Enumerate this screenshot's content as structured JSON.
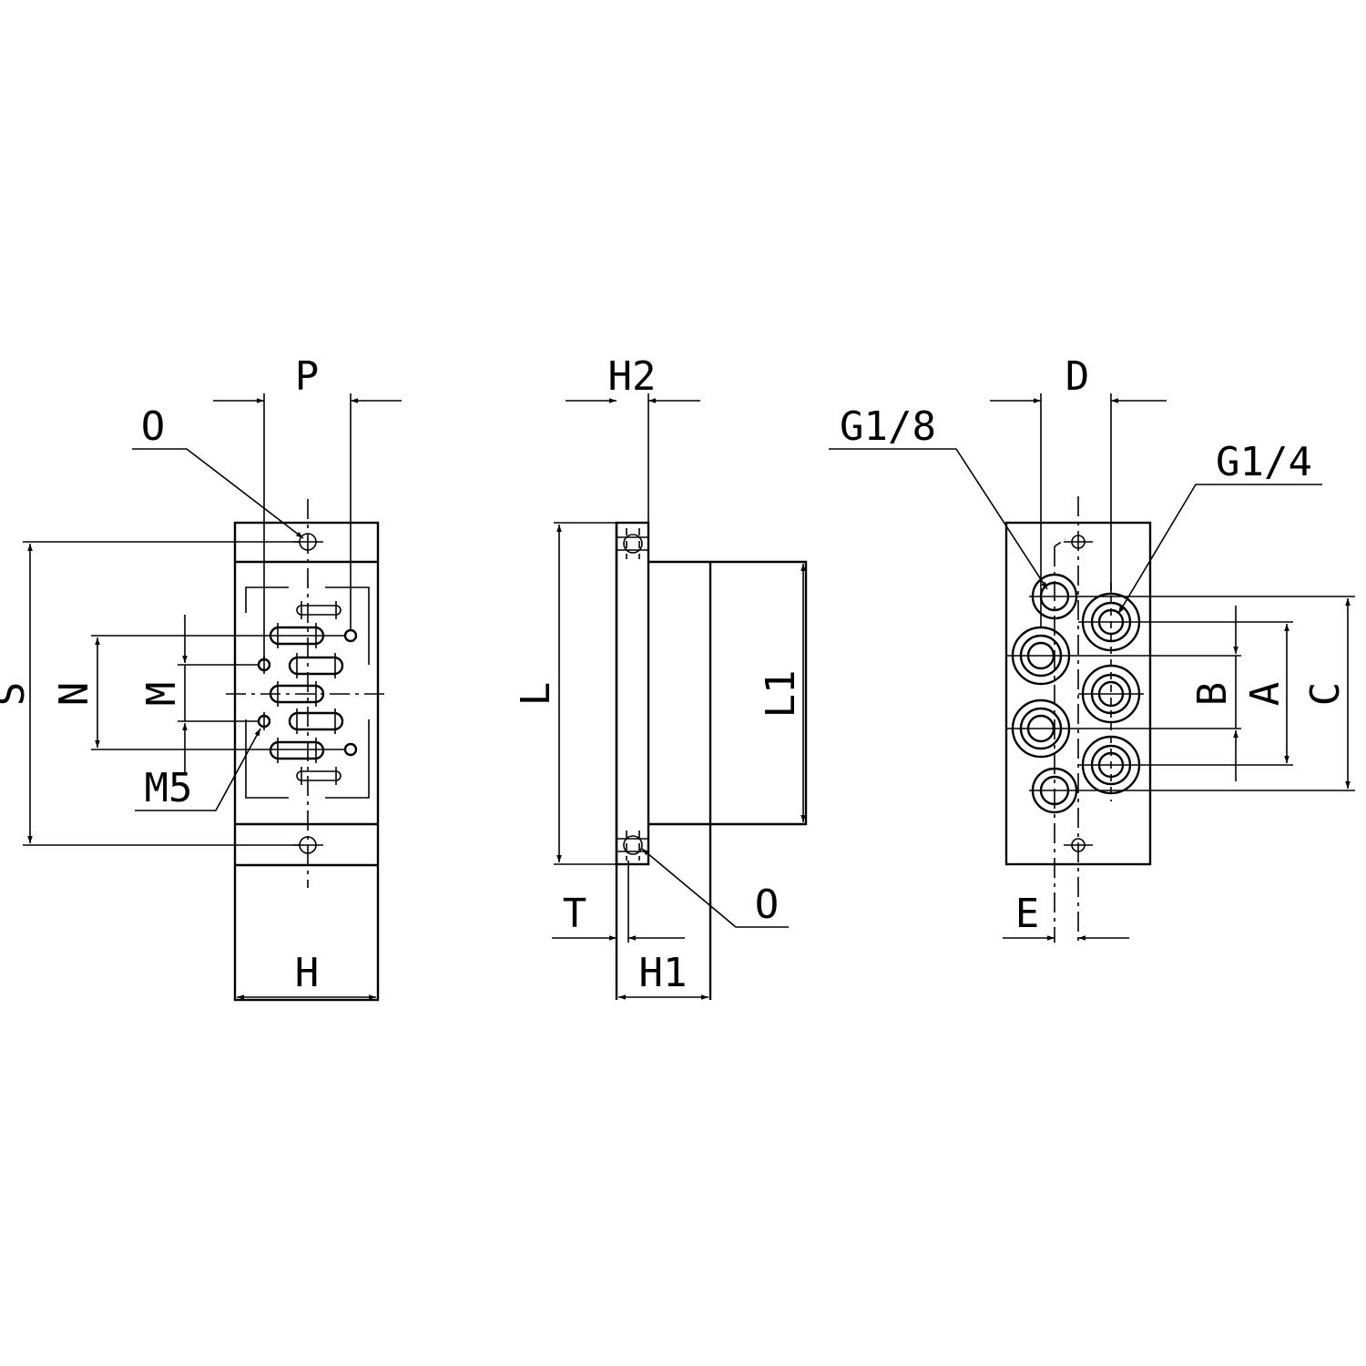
{
  "views": {
    "front": {
      "labels": {
        "P": "P",
        "O": "O",
        "S": "S",
        "N": "N",
        "M": "M",
        "M5": "M5",
        "H": "H"
      }
    },
    "side": {
      "labels": {
        "H2": "H2",
        "L": "L",
        "L1": "L1",
        "T": "T",
        "H1": "H1",
        "O": "O"
      }
    },
    "rear": {
      "labels": {
        "D": "D",
        "G18": "G1/8",
        "G14": "G1/4",
        "B": "B",
        "A": "A",
        "C": "C",
        "E": "E"
      }
    }
  }
}
